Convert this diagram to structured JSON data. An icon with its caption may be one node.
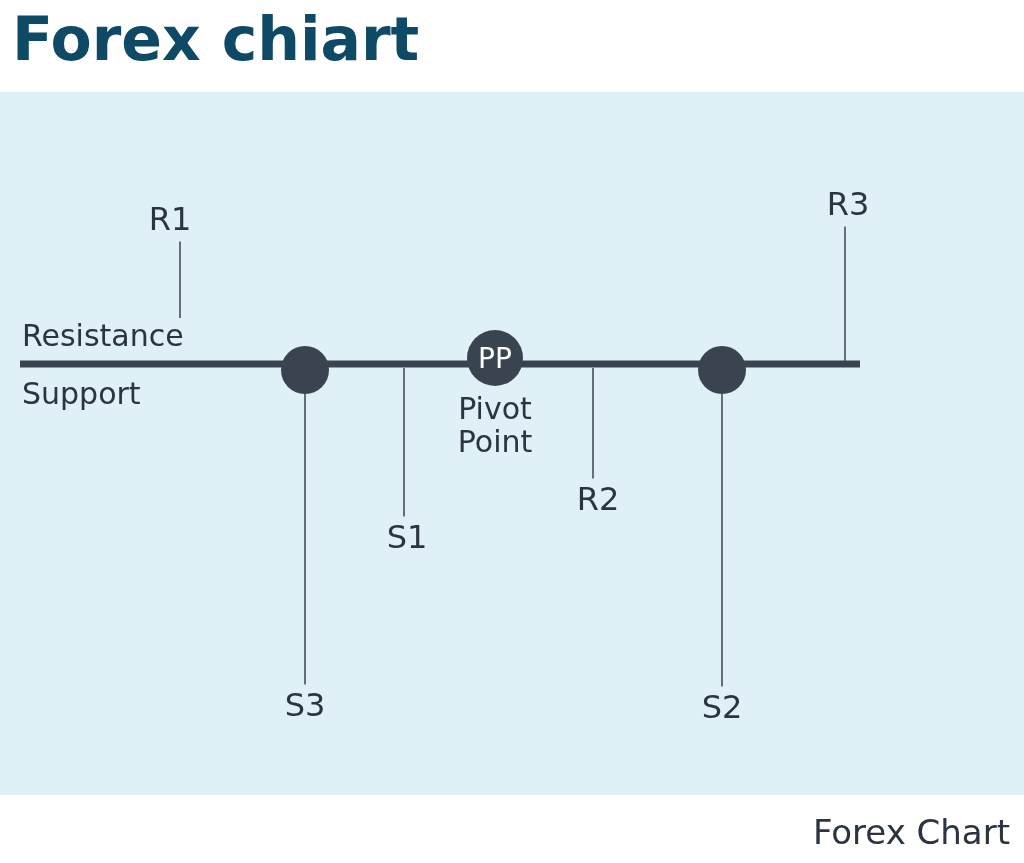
{
  "diagram": {
    "title": "Forex chiart",
    "caption": "Forex Chart",
    "nodes": [
      {
        "text": [
          "R1"
        ]
      },
      {
        "text": [
          "R3"
        ]
      },
      {
        "text": [],
        "shape": "circle"
      },
      {
        "text": [
          "PP"
        ],
        "beside": [
          "Pivot Point"
        ]
      },
      {
        "text": [],
        "shape": "circle"
      },
      {
        "text": [
          "R2"
        ]
      },
      {
        "text": [
          "S1"
        ]
      },
      {
        "text": [
          "S3"
        ]
      },
      {
        "text": [
          "S2"
        ]
      },
      {
        "text": [
          "Resistance"
        ]
      }
    ],
    "edges": [
      {
        "from": 0,
        "to": 9,
        "arrow": "none"
      },
      {
        "from": 1,
        "to": null,
        "arrow": "none"
      },
      {
        "from": 7,
        "to": 2,
        "arrow": "none"
      },
      {
        "from": 6,
        "to": null,
        "arrow": "none"
      },
      {
        "from": 5,
        "to": null,
        "arrow": "none"
      },
      {
        "from": 8,
        "to": 4,
        "arrow": "none"
      }
    ],
    "labels": [
      "Support"
    ]
  }
}
